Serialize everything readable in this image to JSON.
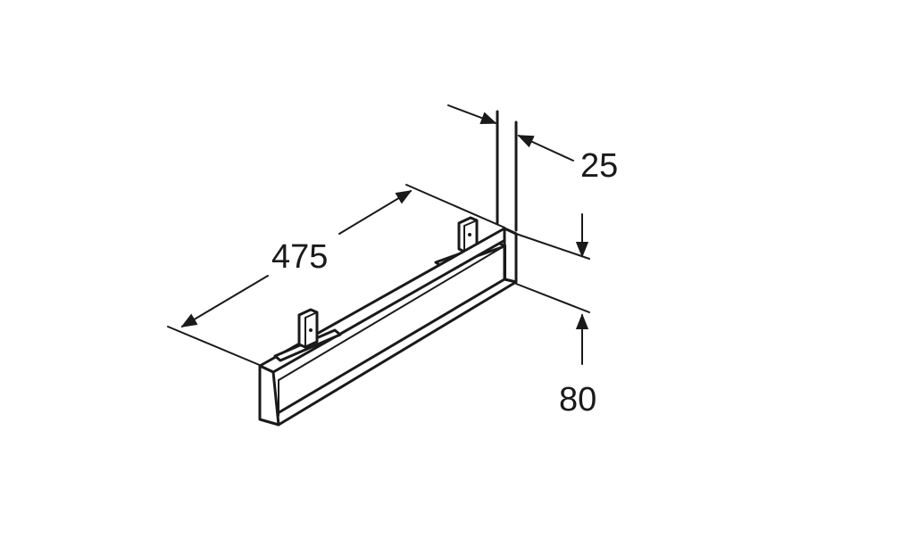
{
  "dimensions": {
    "length": "475",
    "thickness": "25",
    "height": "80"
  },
  "colors": {
    "line": "#1a1a1a",
    "background": "#ffffff"
  }
}
